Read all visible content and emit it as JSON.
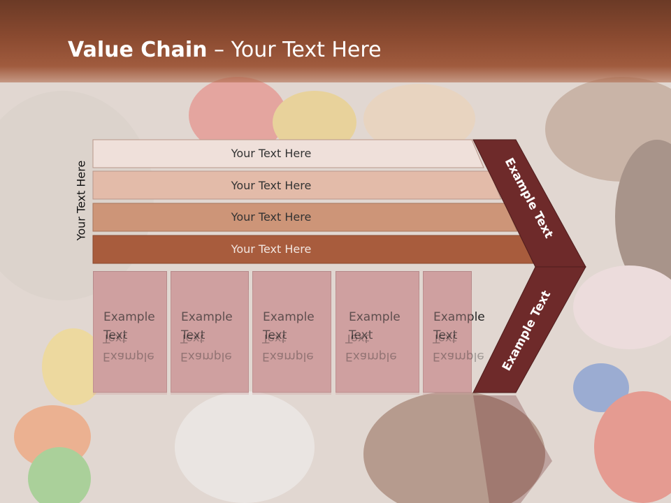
{
  "slide": {
    "title_bold": "Value Chain",
    "title_rest": " – Your Text Here",
    "vertical_label": "Your Text Here"
  },
  "bars": [
    {
      "label": "Your Text Here",
      "color": "#efe0da"
    },
    {
      "label": "Your Text Here",
      "color": "#e3bba9"
    },
    {
      "label": "Your Text Here",
      "color": "#cd9578"
    },
    {
      "label": "Your Text Here",
      "color": "#a85c3d"
    }
  ],
  "cells": [
    {
      "line1": "Example",
      "line2": "Text"
    },
    {
      "line1": "Example",
      "line2": "Text"
    },
    {
      "line1": "Example",
      "line2": "Text"
    },
    {
      "line1": "Example",
      "line2": "Text"
    },
    {
      "line1": "Example",
      "line2": "Text"
    }
  ],
  "chevron": {
    "upper_label": "Example Text",
    "lower_label": "Example Text",
    "color": "#6e2a2a"
  }
}
